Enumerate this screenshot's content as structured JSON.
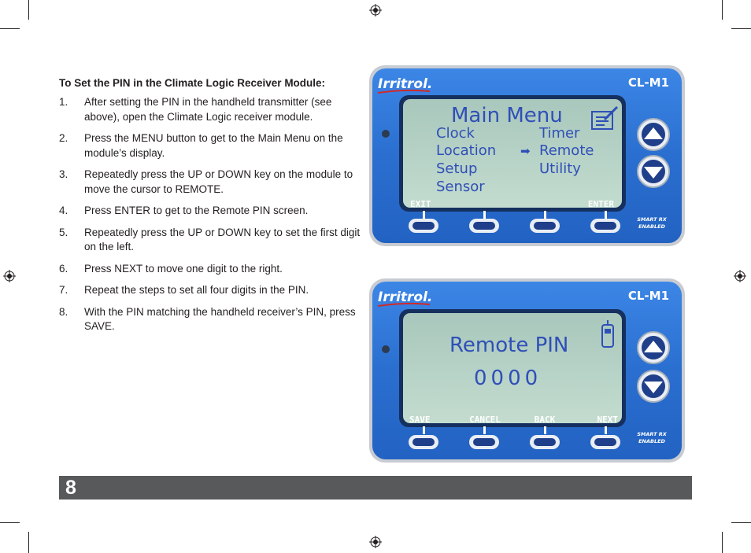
{
  "document": {
    "heading": "To Set the PIN in the Climate Logic Receiver Module:",
    "steps": [
      {
        "num": "1.",
        "text": "After setting the PIN in the handheld transmitter (see above), open the Climate Logic receiver module."
      },
      {
        "num": "2.",
        "text": "Press the MENU button to get to the Main Menu on the module’s display."
      },
      {
        "num": "3.",
        "text": "Repeatedly press the UP or DOWN key on the module to move the cursor to REMOTE."
      },
      {
        "num": "4.",
        "text": "Press ENTER to get to the Remote PIN screen."
      },
      {
        "num": "5.",
        "text": "Repeatedly press the UP or DOWN key to set the first digit on the left."
      },
      {
        "num": "6.",
        "text": "Press NEXT to move one digit to the right."
      },
      {
        "num": "7.",
        "text": "Repeat the steps to set all four digits in the PIN."
      },
      {
        "num": "8.",
        "text": "With the PIN matching the handheld receiver’s PIN, press SAVE."
      }
    ],
    "page_number": "8"
  },
  "device_main_menu": {
    "brand": "Irritrol.",
    "model": "CL-M1",
    "screen_title": "Main Menu",
    "menu_left": [
      "Clock",
      "Location",
      "Setup",
      "Sensor"
    ],
    "menu_right": [
      "Timer",
      "Remote",
      "Utility"
    ],
    "cursor_glyph": "➡",
    "softkeys": [
      "EXIT",
      "",
      "",
      "ENTER"
    ],
    "badge_line1": "SMART RX",
    "badge_line2": "ENABLED"
  },
  "device_remote_pin": {
    "brand": "Irritrol.",
    "model": "CL-M1",
    "screen_title": "Remote PIN",
    "pin_value": "0000",
    "softkeys": [
      "SAVE",
      "CANCEL",
      "BACK",
      "NEXT"
    ],
    "badge_line1": "SMART RX",
    "badge_line2": "ENABLED"
  },
  "colors": {
    "panel_blue": "#2a6fd0",
    "lcd_green": "#b8d4c6",
    "lcd_text": "#2f4fb8",
    "footer_gray": "#58595b"
  }
}
